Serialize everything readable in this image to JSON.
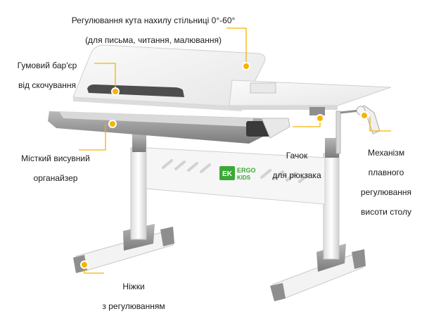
{
  "callouts": {
    "tilt": {
      "line1": "Регулювання кута нахилу стільниці 0°-60°",
      "line2": "(для письма, читання, малювання)"
    },
    "rubber_barrier": {
      "line1": "Гумовий бар'єр",
      "line2": "від скочування"
    },
    "organizer": {
      "line1": "Місткий висувний",
      "line2": "органайзер"
    },
    "hook": {
      "line1": "Гачок",
      "line2": "для рюкзака"
    },
    "height_mechanism": {
      "line1": "Механізм",
      "line2": "плавного",
      "line3": "регулювання",
      "line4": "висоти столу"
    },
    "legs": {
      "line1": "Ніжки",
      "line2": "з регулюванням"
    }
  },
  "logo": {
    "mark": "EK",
    "brand_top": "ERGO",
    "brand_bottom": "KIDS"
  },
  "colors": {
    "accent": "#f5b400",
    "line": "#f5b400",
    "desk_white": "#f4f4f4",
    "frame_gray": "#9a9a9a",
    "logo_green": "#3aa935"
  }
}
